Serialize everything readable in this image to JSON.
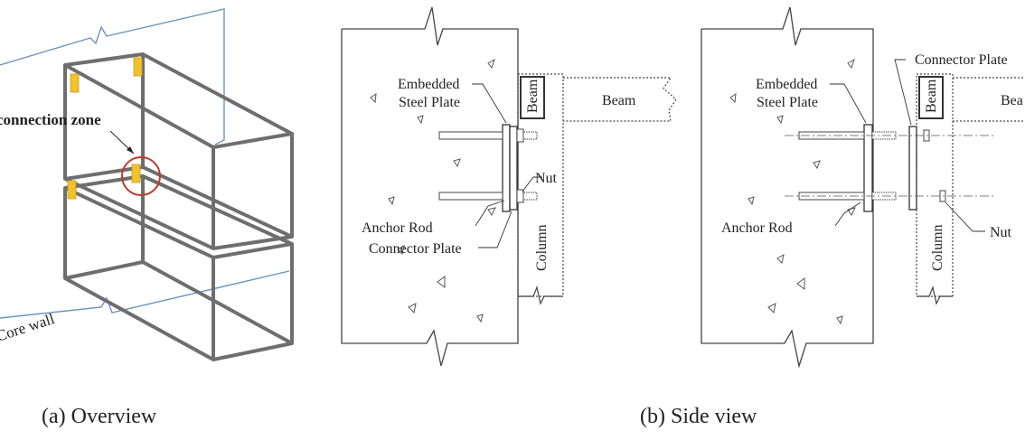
{
  "overview": {
    "connection_zone_label": "connection zone",
    "core_wall_label": "Core wall",
    "caption": "(a) Overview",
    "accent_colors": {
      "wall_outline": "#5b86b5",
      "plate": "#f2c12e",
      "highlight": "#c0392b",
      "frame": "#6e6e6e"
    }
  },
  "side_view_a": {
    "embedded_label_1": "Embedded",
    "embedded_label_2": "Steel Plate",
    "anchor_rod_label": "Anchor Rod",
    "connector_plate_label": "Connector Plate",
    "nut_label": "Nut",
    "beam_label": "Beam",
    "beam_box_label": "Beam",
    "column_label": "Column"
  },
  "side_view_b": {
    "embedded_label_1": "Embedded",
    "embedded_label_2": "Steel Plate",
    "anchor_rod_label": "Anchor Rod",
    "connector_plate_label": "Connector Plate",
    "nut_label": "Nut",
    "beam_label": "Bea",
    "beam_box_label": "Beam",
    "column_label": "Column"
  },
  "side_caption": "(b) Side view"
}
